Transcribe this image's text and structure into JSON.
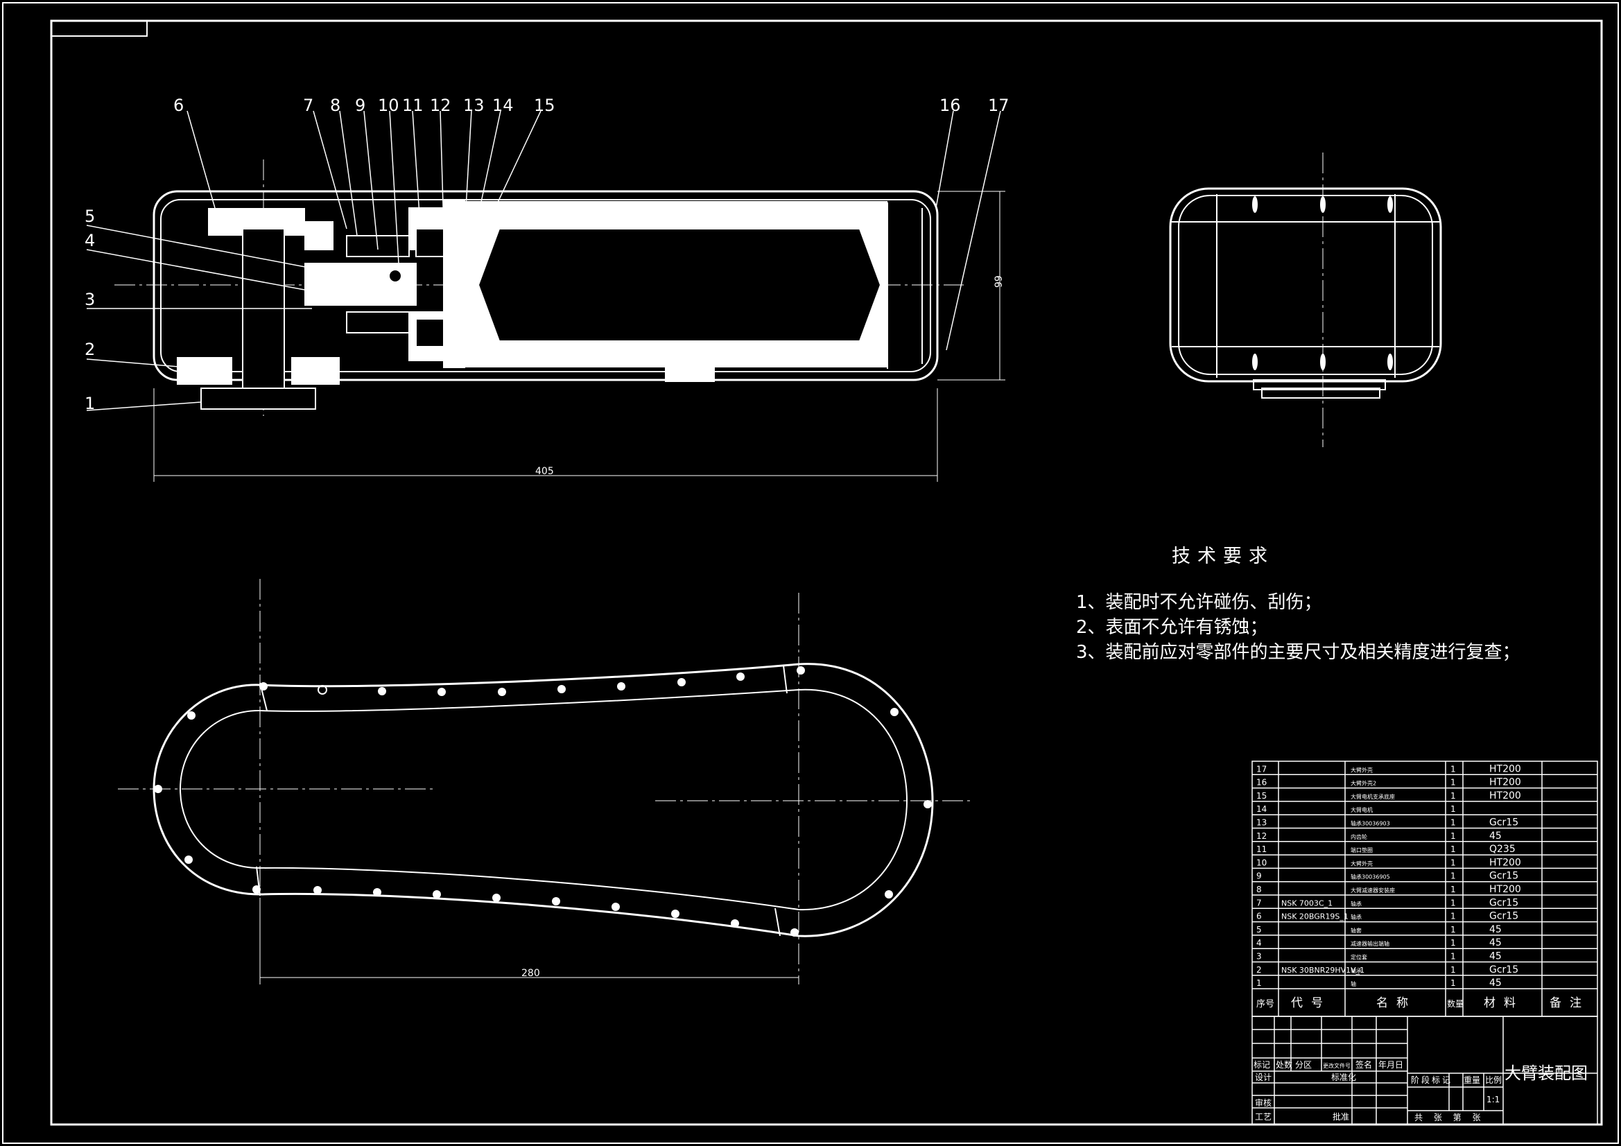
{
  "drawing": {
    "title": "大臂装配图",
    "scale": "1:1"
  },
  "dimensions": {
    "length_top": "405",
    "height": "99",
    "length_bottom": "280"
  },
  "balloons": [
    "6",
    "7",
    "8",
    "9",
    "10",
    "11",
    "12",
    "13",
    "14",
    "15",
    "16",
    "17",
    "5",
    "4",
    "3",
    "2",
    "1"
  ],
  "tech_requirements": {
    "title": "技术要求",
    "items": [
      "1、装配时不允许碰伤、刮伤；",
      "2、表面不允许有锈蚀；",
      "3、装配前应对零部件的主要尺寸及相关精度进行复查；"
    ]
  },
  "bom": {
    "headers": [
      "序号",
      "代号",
      "名称",
      "数量",
      "材料",
      "备注"
    ],
    "rows": [
      [
        "17",
        "",
        "大臂外壳",
        "1",
        "HT200",
        ""
      ],
      [
        "16",
        "",
        "大臂外壳2",
        "1",
        "HT200",
        ""
      ],
      [
        "15",
        "",
        "大臂电机支承底座",
        "1",
        "HT200",
        ""
      ],
      [
        "14",
        "",
        "大臂电机",
        "1",
        "",
        ""
      ],
      [
        "13",
        "",
        "轴承30036903",
        "1",
        "Gcr15",
        ""
      ],
      [
        "12",
        "",
        "内齿轮",
        "1",
        "45",
        ""
      ],
      [
        "11",
        "",
        "端口垫圈",
        "1",
        "Q235",
        ""
      ],
      [
        "10",
        "",
        "大臂外壳",
        "1",
        "HT200",
        ""
      ],
      [
        "9",
        "",
        "轴承30036905",
        "1",
        "Gcr15",
        ""
      ],
      [
        "8",
        "",
        "大臂减速器安装座",
        "1",
        "HT200",
        ""
      ],
      [
        "7",
        "NSK 7003C_1",
        "轴承",
        "1",
        "Gcr15",
        ""
      ],
      [
        "6",
        "NSK 20BGR19S_1",
        "轴承",
        "1",
        "Gcr15",
        ""
      ],
      [
        "5",
        "",
        "轴套",
        "1",
        "45",
        ""
      ],
      [
        "4",
        "",
        "减速器输出端轴",
        "1",
        "45",
        ""
      ],
      [
        "3",
        "",
        "定位套",
        "1",
        "45",
        ""
      ],
      [
        "2",
        "NSK 30BNR29HV1V_1",
        "轴承",
        "1",
        "Gcr15",
        ""
      ],
      [
        "1",
        "",
        "轴",
        "1",
        "45",
        ""
      ]
    ]
  },
  "title_block": {
    "rev_headers": [
      "标记",
      "处数",
      "分区",
      "更改文件号",
      "签名",
      "年月日"
    ],
    "roles": [
      "设计",
      "审核",
      "工艺"
    ],
    "roles_right": [
      "标准化",
      "",
      "批准"
    ],
    "stage_headers": [
      "阶段标记",
      "重量",
      "比例"
    ],
    "footer": "共 张 第 张"
  }
}
